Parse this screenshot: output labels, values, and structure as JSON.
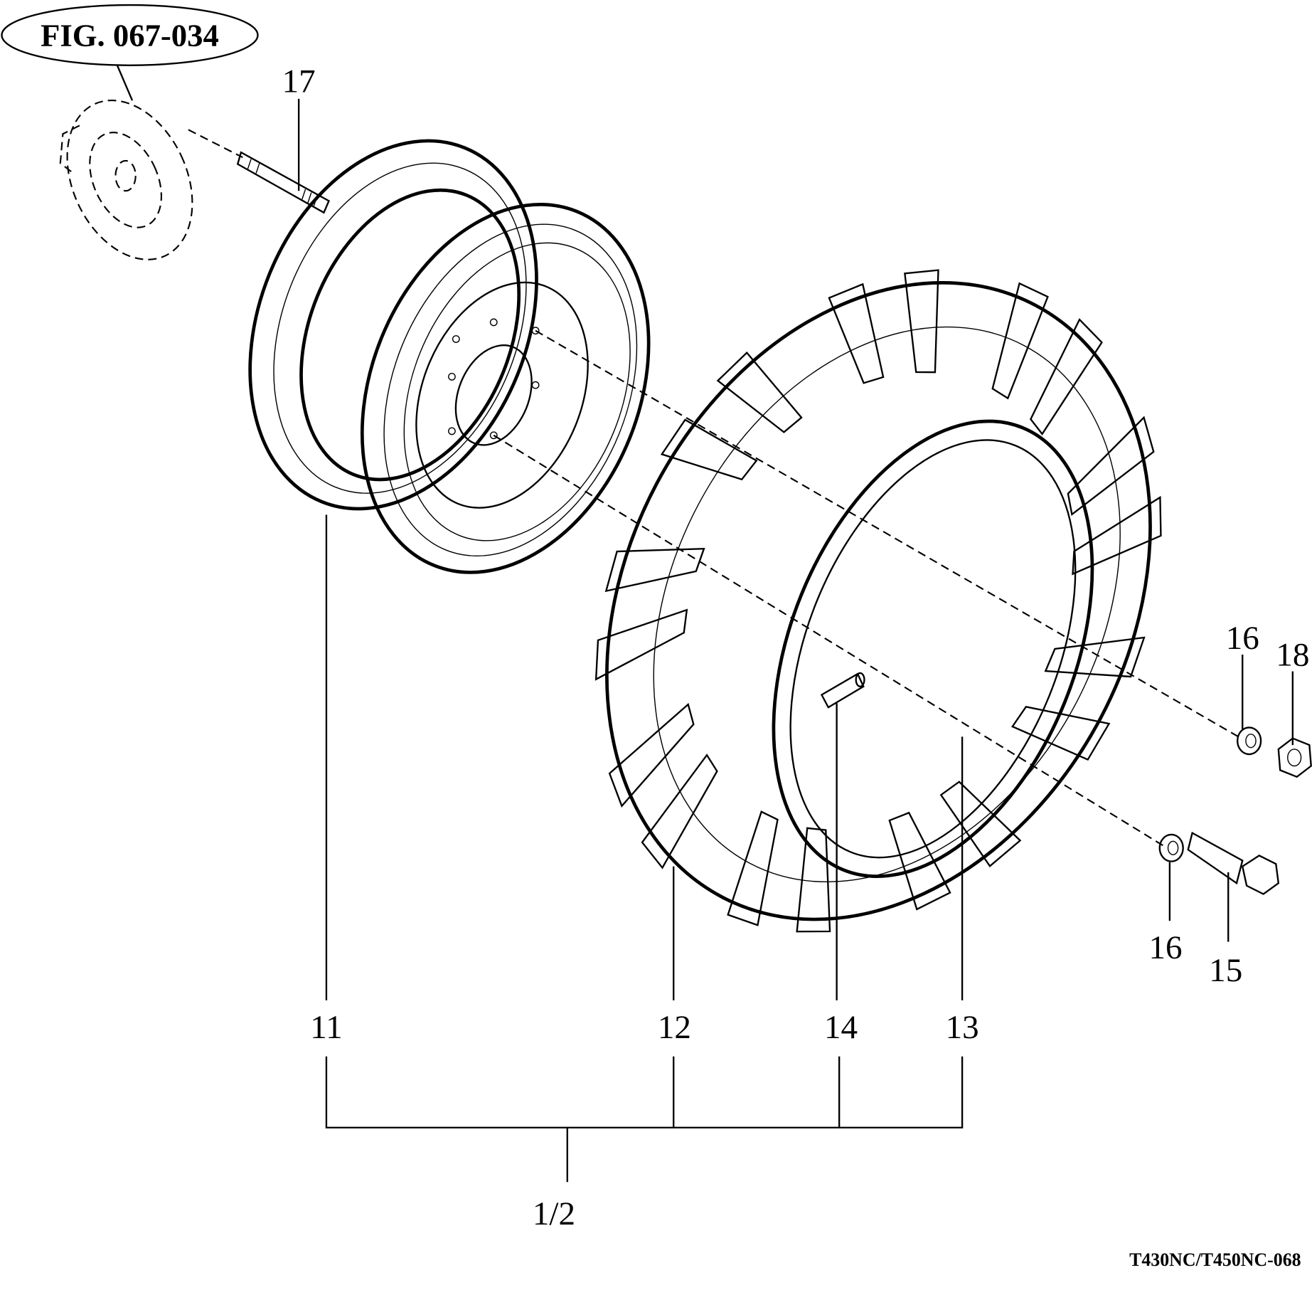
{
  "figure_ref": "FIG. 067-034",
  "drawing_code": "T430NC/T450NC-068",
  "callouts": {
    "c17": "17",
    "c11": "11",
    "c12": "12",
    "c14": "14",
    "c13": "13",
    "c16a": "16",
    "c18": "18",
    "c16b": "16",
    "c15": "15",
    "assembly": "1/2"
  }
}
